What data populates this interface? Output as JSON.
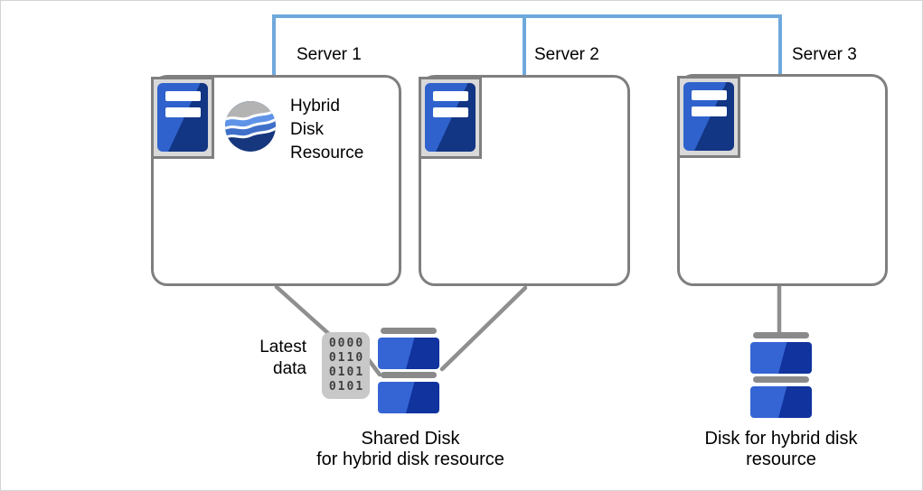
{
  "servers": [
    {
      "label": "Server 1"
    },
    {
      "label": "Server 2"
    },
    {
      "label": "Server 3"
    }
  ],
  "hybrid_resource": {
    "lines": [
      "Hybrid",
      "Disk",
      "Resource"
    ]
  },
  "latest_data": {
    "lines": [
      "Latest",
      "data"
    ]
  },
  "binary_block": {
    "rows": [
      "0000",
      "0110",
      "0101",
      "0101"
    ]
  },
  "shared_disk": {
    "caption_lines": [
      "Shared Disk",
      "for hybrid disk resource"
    ]
  },
  "hybrid_disk": {
    "caption_lines": [
      "Disk for hybrid disk",
      "resource"
    ]
  },
  "colors": {
    "accent_blue": "#6fa8dc",
    "box_border": "#7f7f7f",
    "line_gray": "#8f8f8f",
    "icon_frame_bg": "#d9d9d9",
    "server_blue_light": "#2f62cc",
    "server_blue_dark": "#123584",
    "disk_blue_light": "#3565d4",
    "disk_blue_dark": "#10339e",
    "disk_bar_gray": "#8a8a8a",
    "binary_bg": "#c8c8c8",
    "binary_digits": "#3f3f3f",
    "wave_gray": "#b3b3b3",
    "wave_blue_light": "#5f93e8",
    "wave_blue_mid": "#3f6fc9",
    "wave_blue_dark": "#16377d",
    "text_color": "#000000",
    "canvas_border": "#d4d4d4"
  }
}
